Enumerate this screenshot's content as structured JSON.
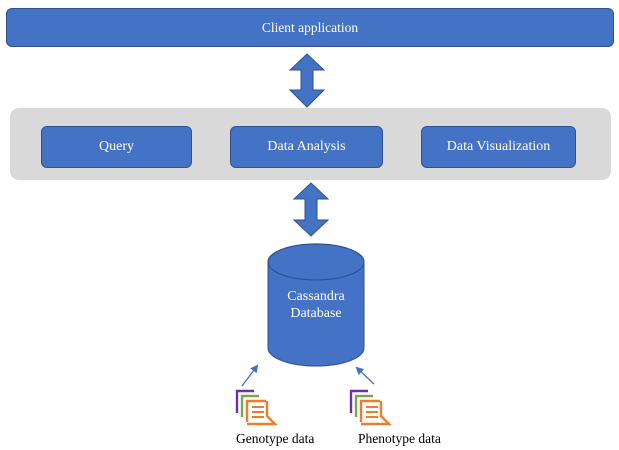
{
  "client": {
    "label": "Client application"
  },
  "services": [
    {
      "label": "Query"
    },
    {
      "label": "Data Analysis"
    },
    {
      "label": "Data Visualization"
    }
  ],
  "database": {
    "line1": "Cassandra",
    "line2": "Database"
  },
  "sources": [
    {
      "label": "Genotype data",
      "icon": "documents-icon"
    },
    {
      "label": "Phenotype data",
      "icon": "documents-icon"
    }
  ],
  "colors": {
    "box_fill": "#4472c4",
    "box_border": "#2f528f",
    "panel": "#d9d9d9",
    "doc_purple": "#7030a0",
    "doc_green": "#70ad47",
    "doc_orange": "#ed7d31"
  }
}
